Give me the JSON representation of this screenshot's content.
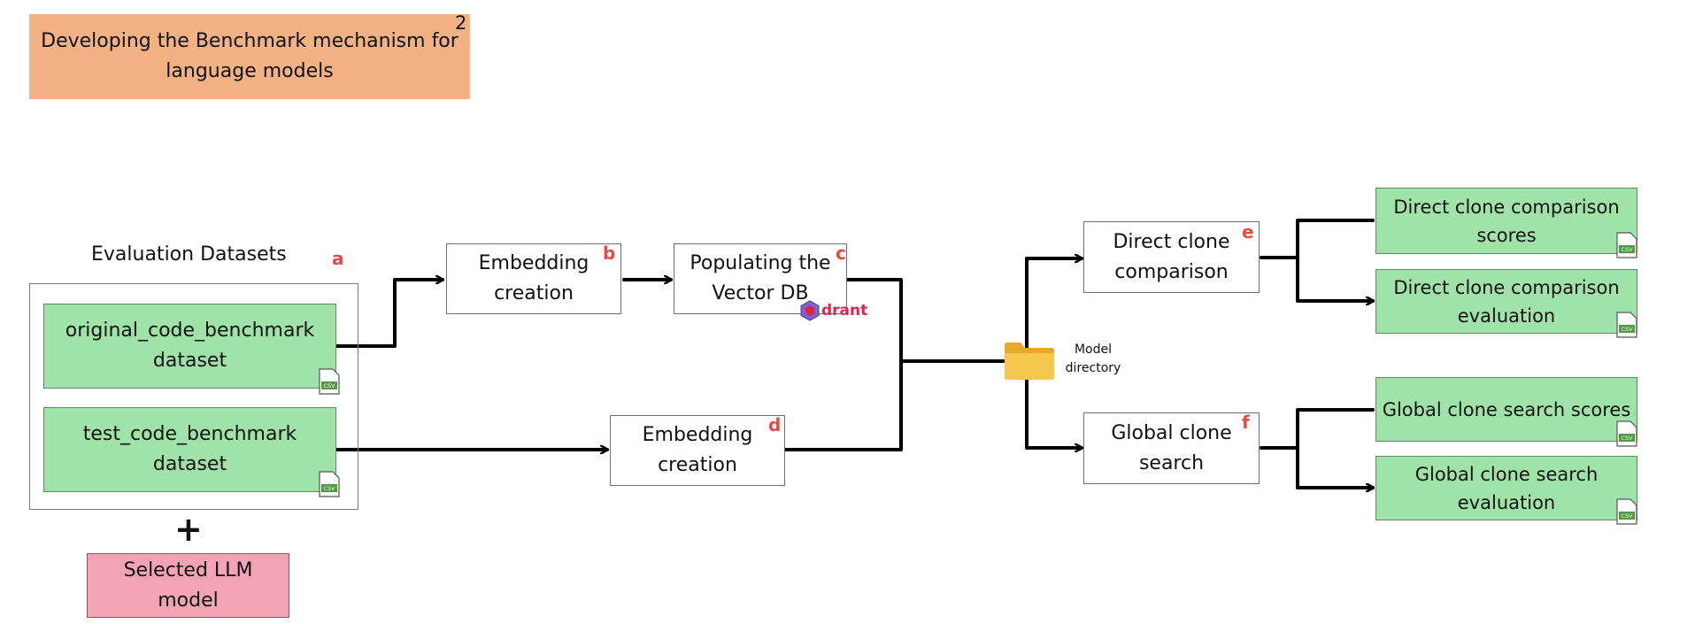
{
  "header": {
    "title": "Developing the Benchmark mechanism for language models",
    "number": "2"
  },
  "datasets": {
    "heading": "Evaluation Datasets",
    "marker": "a",
    "items": [
      {
        "label": "original_code_benchmark dataset",
        "file_icon": "csv-file-icon"
      },
      {
        "label": "test_code_benchmark dataset",
        "file_icon": "csv-file-icon"
      }
    ]
  },
  "plus_symbol": "+",
  "llm": {
    "label": "Selected LLM model"
  },
  "steps": {
    "b": {
      "label": "Embedding creation",
      "marker": "b"
    },
    "c": {
      "label": "Populating the Vector DB",
      "marker": "c",
      "logo_text": "drant"
    },
    "d": {
      "label": "Embedding creation",
      "marker": "d"
    },
    "e": {
      "label": "Direct clone comparison",
      "marker": "e"
    },
    "f": {
      "label": "Global clone search",
      "marker": "f"
    }
  },
  "model_directory": {
    "label": "Model directory",
    "icon": "folder-icon"
  },
  "outputs": [
    {
      "label": "Direct clone comparison scores",
      "file_icon": "csv-file-icon"
    },
    {
      "label": "Direct clone comparison evaluation",
      "file_icon": "csv-file-icon"
    },
    {
      "label": "Global clone search scores",
      "file_icon": "csv-file-icon"
    },
    {
      "label": "Global clone search evaluation",
      "file_icon": "csv-file-icon"
    }
  ],
  "colors": {
    "output_fill": "#a0e3a8",
    "title_fill": "#f2b283",
    "llm_fill": "#f2a4b5",
    "marker": "#e84a43",
    "arrow": "#000000"
  }
}
